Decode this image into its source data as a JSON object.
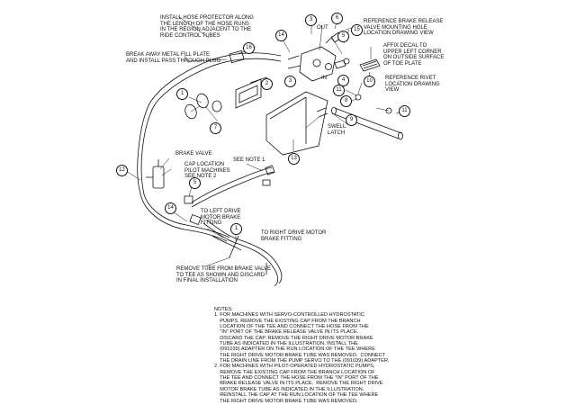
{
  "labels": {
    "install_hose_protector": "INSTALL HOSE PROTECTOR ALONG\nTHE LENGTH OF THE HOSE RUNS\nIN THE REGION ADJACENT TO THE\nRIDE CONTROL TUBES",
    "break_away_plate": "BREAK AWAY METAL FILL PLATE\nAND INSTALL PASS THROUGH PLUG",
    "out": "OUT",
    "in": "IN",
    "ref_brake_release": "REFERENCE BRAKE RELEASE\nVALVE MOUNTING HOLE\nLOCATION DRAWING VIEW",
    "affix_decal": "AFFIX DECAL TO\nUPPER LEFT CORNER\nON OUTSIDE SURFACE\nOF TOE PLATE",
    "ref_rivet": "REFERENCE RIVET\nLOCATION DRAWING\nVIEW",
    "swell_latch": "SWELL\nLATCH",
    "brake_valve": "BRAKE VALVE",
    "cap_location": "CAP LOCATION\nPILOT MACHINES\nSEE NOTE 2",
    "see_note_1": "SEE NOTE 1",
    "to_left_drive": "TO LEFT DRIVE\nMOTOR BRAKE\nFITTING",
    "to_right_drive": "TO RIGHT DRIVE MOTOR\nBRAKE FITTING",
    "remove_tube": "REMOVE TUBE FROM BRAKE VALVE\nTO TEE AS SHOWN AND DISCARD\nIN FINAL INSTALLATION"
  },
  "callouts": {
    "c16": "16",
    "c14a": "14",
    "c3a": "3",
    "c6": "6",
    "c15": "15",
    "c5a": "5",
    "c3b": "3",
    "c4": "4",
    "c10": "10",
    "c11a": "11",
    "c8": "8",
    "c2": "2",
    "c1a": "1",
    "c7": "7",
    "c9": "9",
    "c11b": "11",
    "c13": "13",
    "c12": "12",
    "c5b": "5",
    "c14b": "14",
    "c1b": "1"
  },
  "notes": {
    "title": "NOTES:",
    "items": [
      "1. FOR MACHINES WITH SERVO-CONTROLLED HYDROSTATIC\n    PUMPS, REMOVE THE EXISTING CAP FROM THE BRANCH\n    LOCATION OF THE TEE AND CONNECT THE HOSE FROM THE\n    \"IN\" PORT OF THE BRAKE RELEASE VALVE IN ITS PLACE.\n    DISCARD THE CAP. REMOVE THE RIGHT DRIVE MOTOR BRAKE\n    TUBE AS INDICATED IN THE ILLUSTRATION. INSTALL THE\n    (091039) ADAPTER ON THE RUN LOCATION OF THE TEE WHERE\n    THE RIGHT DRIVE MOTOR BRAKE TUBE WAS REMOVED.  CONNECT\n    THE DRAIN LINE FROM THE PUMP SERVO TO THE (091039) ADAPTER.",
      "2. FOR MACHINES WITH PILOT-OPERATED HYDROSTATIC PUMPS,\n    REMOVE THE EXISTING CAP FROM THE BRANCH LOCATION OF\n    THE TEE AND CONNECT THE HOSE FROM THE \"IN\" PORT OF THE\n    BRAKE RELEASE VALVE IN ITS PLACE.  REMOVE THE RIGHT DRIVE\n    MOTOR BRAKE TUBE AS INDICATED IN THE ILLUSTRATION.\n    REINSTALL THE CAP AT THE RUN LOCATION OF THE TEE WHERE\n    THE RIGHT DRIVE MOTOR BRAKE TUBE WAS REMOVED."
    ]
  }
}
